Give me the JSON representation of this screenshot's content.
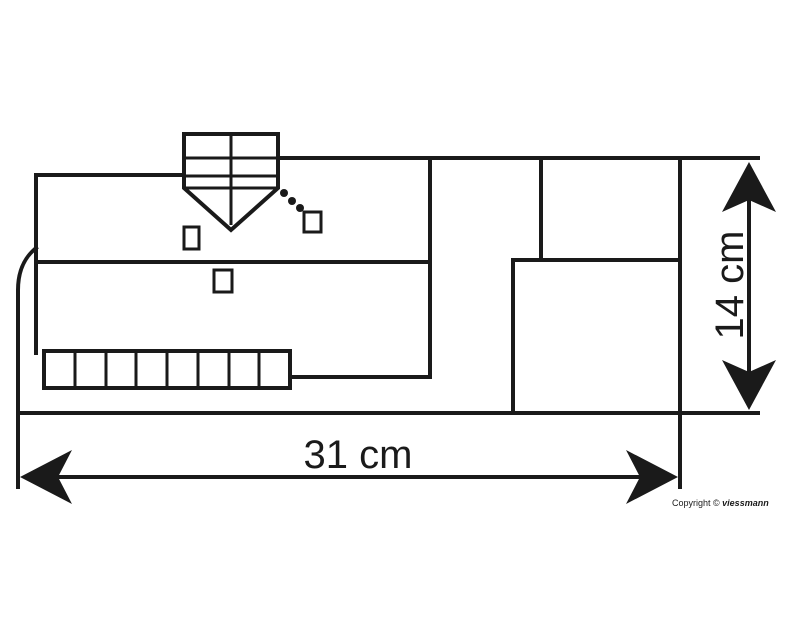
{
  "dimensions": {
    "width_label": "31 cm",
    "height_label": "14 cm"
  },
  "copyright": {
    "prefix": "Copyright ©",
    "brand": "viessmann"
  },
  "colors": {
    "line": "#1a1a1a",
    "background": "#ffffff"
  }
}
